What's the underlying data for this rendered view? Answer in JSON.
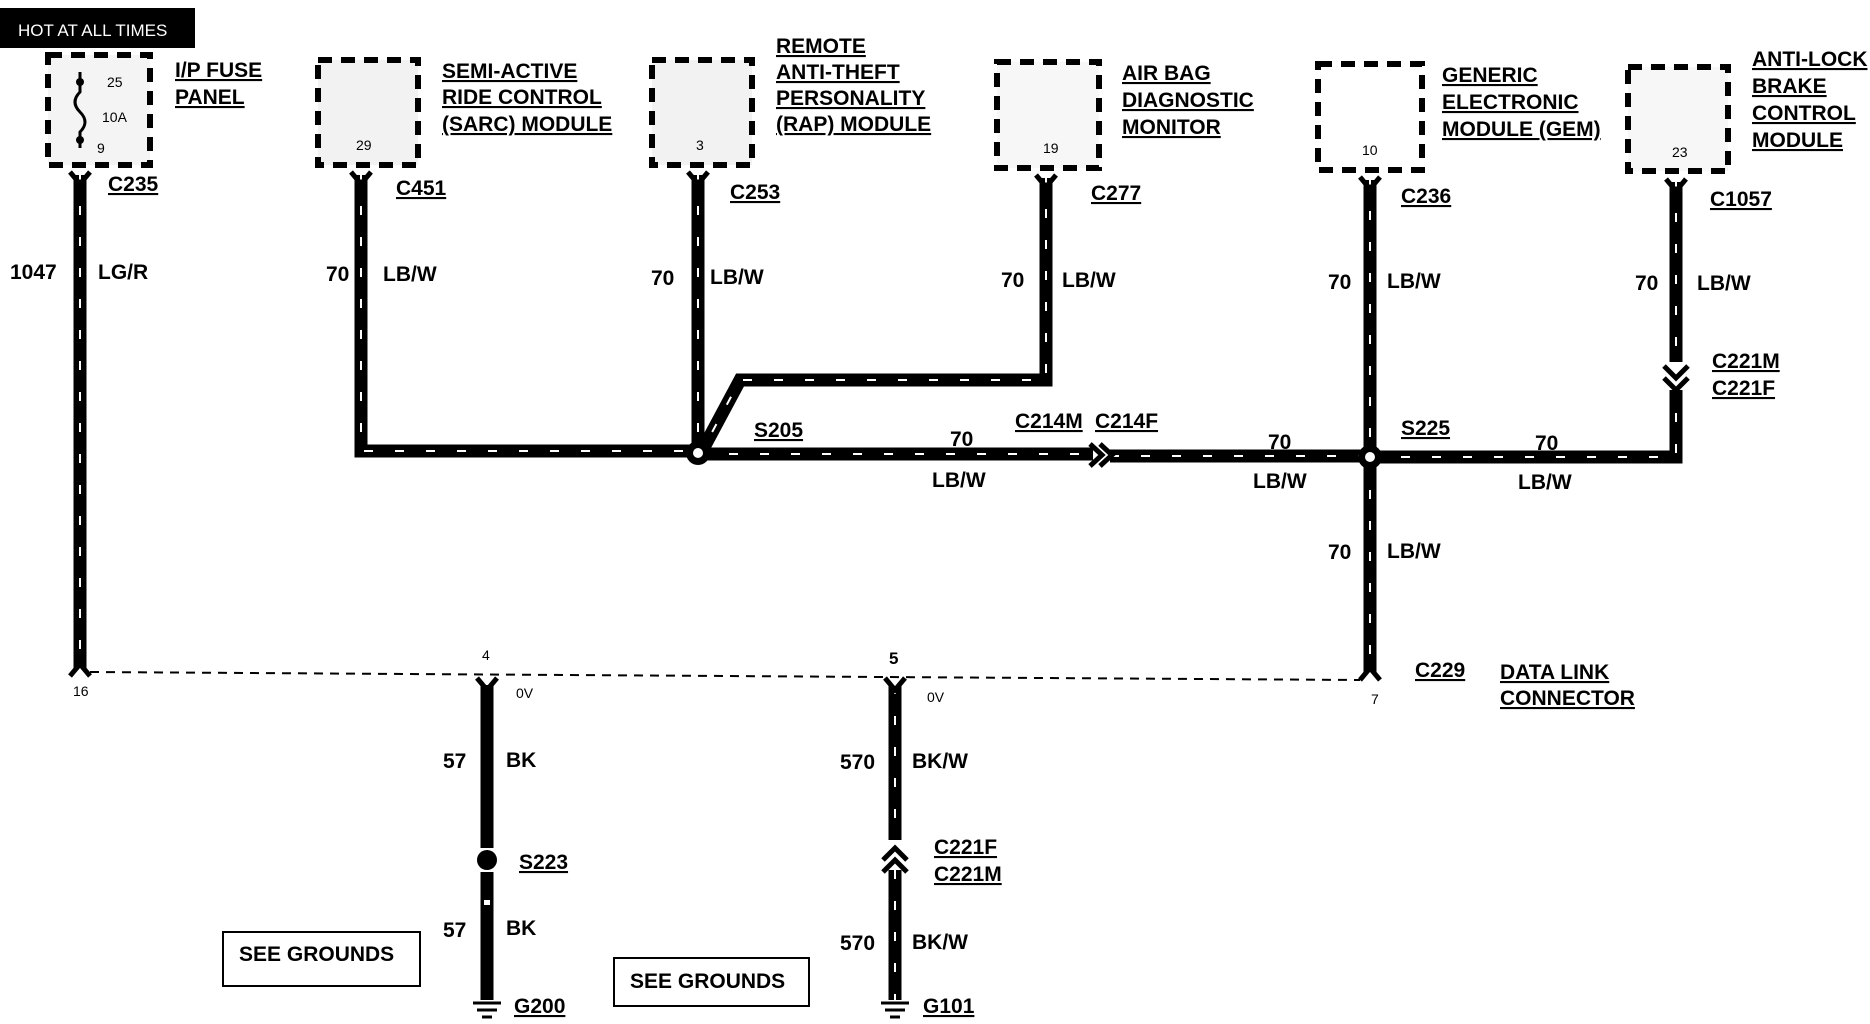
{
  "header": {
    "hot_label": "HOT AT ALL TIMES"
  },
  "components": {
    "fuse_panel": {
      "name_line1": "I/P FUSE",
      "name_line2": "PANEL",
      "pin_top": "25",
      "fuse_rating": "10A",
      "pin_bottom": "9",
      "connector": "C235",
      "circuit": "1047",
      "color": "LG/R"
    },
    "sarc": {
      "name_line1": "SEMI-ACTIVE",
      "name_line2": "RIDE CONTROL",
      "name_line3": "(SARC) MODULE",
      "pin": "29",
      "connector": "C451",
      "circuit": "70",
      "color": "LB/W"
    },
    "rap": {
      "name_line1": "REMOTE",
      "name_line2": "ANTI-THEFT",
      "name_line3": "PERSONALITY",
      "name_line4": "(RAP) MODULE",
      "pin": "3",
      "connector": "C253",
      "circuit": "70",
      "color": "LB/W"
    },
    "airbag": {
      "name_line1": "AIR BAG",
      "name_line2": "DIAGNOSTIC",
      "name_line3": "MONITOR",
      "pin": "19",
      "connector": "C277",
      "circuit": "70",
      "color": "LB/W"
    },
    "gem": {
      "name_line1": "GENERIC",
      "name_line2": "ELECTRONIC",
      "name_line3": "MODULE (GEM)",
      "pin": "10",
      "connector": "C236",
      "circuit": "70",
      "color": "LB/W"
    },
    "abs": {
      "name_line1": "ANTI-LOCK",
      "name_line2": "BRAKE",
      "name_line3": "CONTROL",
      "name_line4": "MODULE",
      "pin": "23",
      "connector": "C1057",
      "circuit": "70",
      "color": "LB/W",
      "inline_conn_top": "C221M",
      "inline_conn_bottom": "C221F"
    }
  },
  "bus": {
    "splice_s205": "S205",
    "splice_s225": "S225",
    "inline_conn_m": "C214M",
    "inline_conn_f": "C214F",
    "seg1_circuit": "70",
    "seg1_color": "LB/W",
    "seg2_circuit": "70",
    "seg2_color": "LB/W",
    "seg3_circuit": "70",
    "seg3_color": "LB/W",
    "down_circuit": "70",
    "down_color": "LB/W"
  },
  "dlc": {
    "connector": "C229",
    "name_line1": "DATA LINK",
    "name_line2": "CONNECTOR",
    "pin16": "16",
    "pin4": "4",
    "pin5": "5",
    "pin7": "7",
    "volt4": "0V",
    "volt5": "0V"
  },
  "ground_g200": {
    "circuit_a": "57",
    "color_a": "BK",
    "splice": "S223",
    "circuit_b": "57",
    "color_b": "BK",
    "ground": "G200",
    "see_label": "SEE GROUNDS"
  },
  "ground_g101": {
    "circuit_a": "570",
    "color_a": "BK/W",
    "conn_top": "C221F",
    "conn_bottom": "C221M",
    "circuit_b": "570",
    "color_b": "BK/W",
    "ground": "G101",
    "see_label": "SEE GROUNDS"
  }
}
